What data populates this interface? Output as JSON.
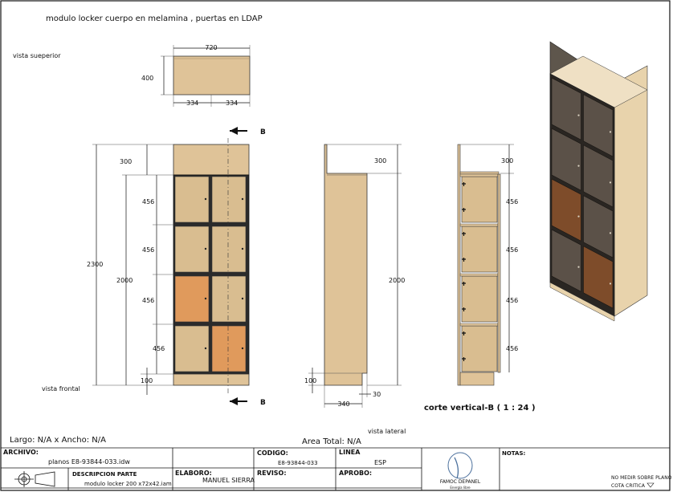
{
  "title": "modulo locker cuerpo en melamina , puertas en LDAP",
  "views": {
    "top": "vista sueperior",
    "front": "vista frontal",
    "side": "vista lateral",
    "section": "corte vertical-B ( 1 : 24 )"
  },
  "dims": {
    "top_width": "720",
    "top_depth": "400",
    "top_half_a": "334",
    "top_half_b": "334",
    "front_total": "2300",
    "front_body": "2000",
    "front_top": "300",
    "row_456": "456",
    "front_base": "100",
    "side_top": "300",
    "side_body": "2000",
    "side_base": "100",
    "side_depth": "340",
    "side_kick": "30",
    "sec_top": "300"
  },
  "section_marker": "B",
  "summary": {
    "size": "Largo: N/A x Ancho: N/A",
    "area": "Area Total: N/A"
  },
  "titleblock": {
    "archivo_label": "ARCHIVO:",
    "archivo_value": "planos E8-93844-033.idw",
    "descripcion_label": "DESCRIPCION PARTE",
    "descripcion_value": "modulo locker  200 x72x42.iam",
    "codigo_label": "CODIGO:",
    "codigo_value": "E8-93844-033",
    "linea_label": "LINEA",
    "linea_value": "ESP",
    "elaboro_label": "ELABORO:",
    "elaboro_value": "MANUEL SIERRA",
    "reviso_label": "REVISO:",
    "aprobo_label": "APROBO:",
    "company": "FAMOC DEPANEL",
    "company_tag": "Energía libre",
    "notas_label": "NOTAS:",
    "note1": "NO MEDIR SOBRE PLANO",
    "note2": "COTA CRITICA"
  },
  "colors": {
    "melamine": "#dfc398",
    "door": "#d9bd90",
    "door_orange": "#e09a5c",
    "iso_body": "#e8d3ac",
    "iso_door_dark": "#5b5148",
    "iso_door_brown": "#7e4c2a"
  }
}
